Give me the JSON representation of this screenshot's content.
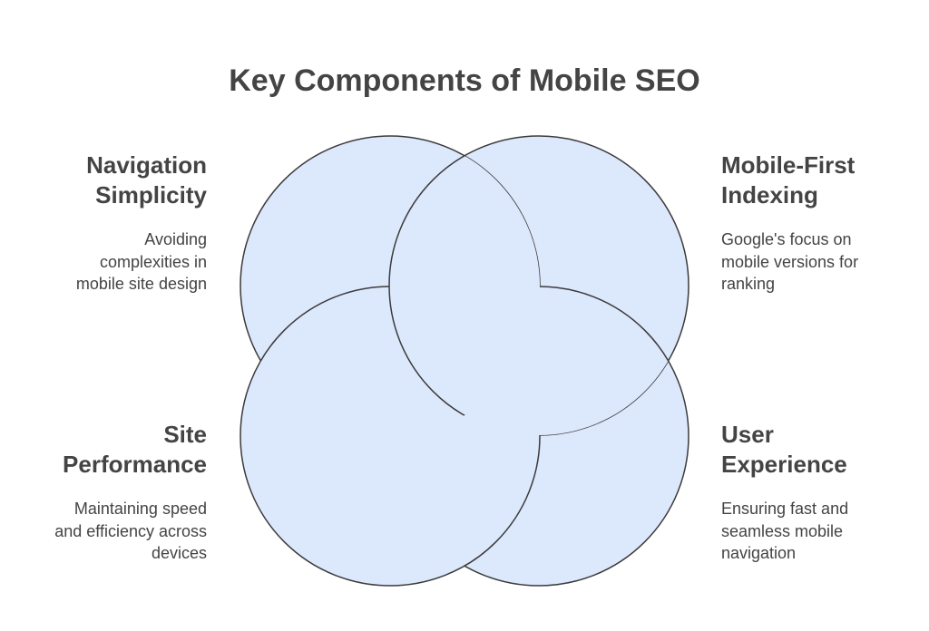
{
  "title": "Key Components of Mobile SEO",
  "colors": {
    "circle_fill": "#dce8fc",
    "circle_stroke": "#3b3b3b",
    "text": "#444444"
  },
  "components": {
    "navigation": {
      "heading": "Navigation\nSimplicity",
      "description": "Avoiding\ncomplexities in\nmobile site design"
    },
    "indexing": {
      "heading": "Mobile-First\nIndexing",
      "description": "Google's focus on\nmobile versions for\nranking"
    },
    "performance": {
      "heading": "Site\nPerformance",
      "description": "Maintaining speed\nand efficiency across\ndevices"
    },
    "experience": {
      "heading": "User\nExperience",
      "description": "Ensuring fast and\nseamless mobile\nnavigation"
    }
  }
}
